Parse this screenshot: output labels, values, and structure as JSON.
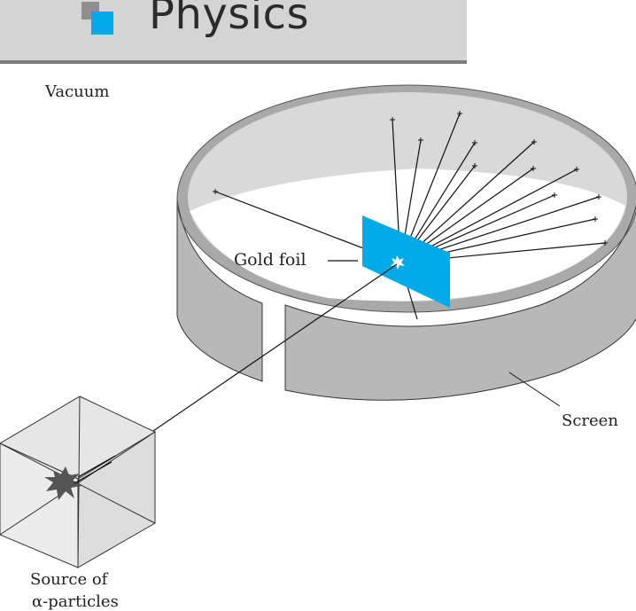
{
  "header": {
    "title": "Physics",
    "accent_color": "#00a9e8",
    "band_color": "#d4d4d4"
  },
  "diagram": {
    "labels": {
      "vacuum": "Vacuum",
      "gold_foil": "Gold foil",
      "screen": "Screen",
      "source_line1": "Source of",
      "source_line2": "α-particles"
    },
    "colors": {
      "foil": "#00a9e8",
      "screen_wall": "#b5b5b5",
      "screen_interior": "#d8d8d8",
      "source_box": "#e3e3e3",
      "lines": "#111111"
    }
  }
}
